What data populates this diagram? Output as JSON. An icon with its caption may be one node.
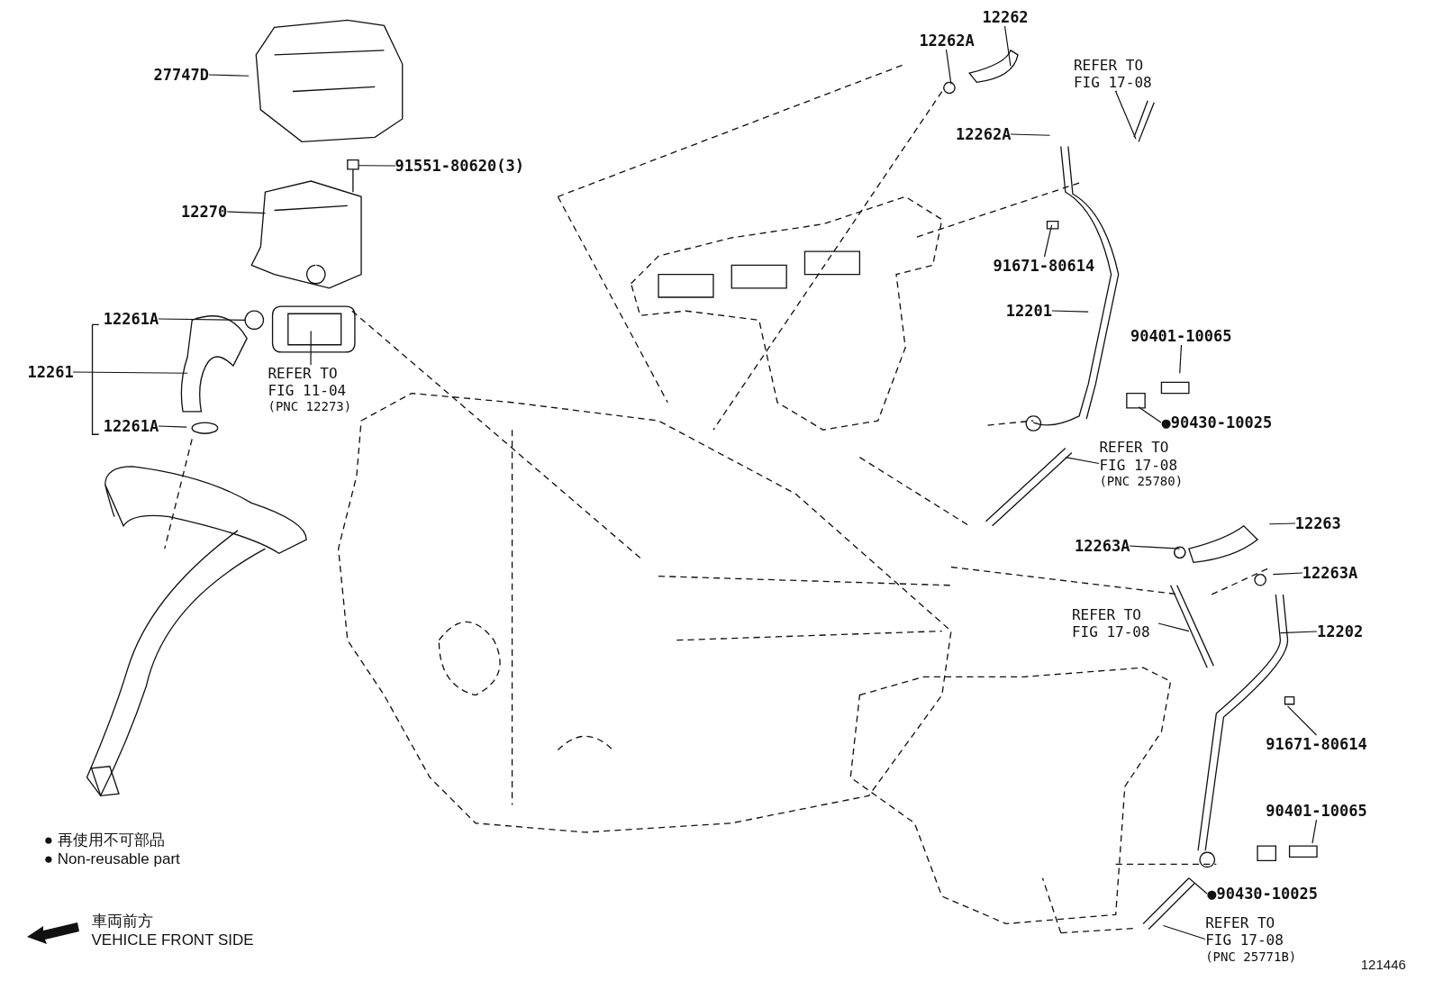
{
  "diagram": {
    "nodes": [
      {
        "text": [
          "27747D"
        ]
      },
      {
        "text": [
          "91551-80620(3)"
        ]
      },
      {
        "text": [
          "12270"
        ]
      },
      {
        "text": [
          "12261A"
        ]
      },
      {
        "text": [
          "12261"
        ]
      },
      {
        "text": [
          "12261A"
        ]
      },
      {
        "text": [
          "REFER TO FIG 11-04",
          "(PNC 12273)"
        ]
      },
      {
        "text": [
          "12262A"
        ]
      },
      {
        "text": [
          "12262"
        ]
      },
      {
        "text": [
          "REFER TO FIG 17-08"
        ]
      },
      {
        "text": [
          "12262A"
        ]
      },
      {
        "text": [
          "91671-80614"
        ]
      },
      {
        "text": [
          "12201"
        ]
      },
      {
        "text": [
          "90401-10065"
        ]
      },
      {
        "text": [
          "●90430-10025"
        ]
      },
      {
        "text": [
          "REFER TO FIG 17-08",
          "(PNC 25780)"
        ]
      },
      {
        "text": [
          "12263"
        ]
      },
      {
        "text": [
          "12263A"
        ]
      },
      {
        "text": [
          "12263A"
        ]
      },
      {
        "text": [
          "REFER TO FIG 17-08"
        ]
      },
      {
        "text": [
          "12202"
        ]
      },
      {
        "text": [
          "91671-80614"
        ]
      },
      {
        "text": [
          "90401-10065"
        ]
      },
      {
        "text": [
          "●90430-10025"
        ]
      },
      {
        "text": [
          "REFER TO FIG 17-08",
          "(PNC 25771B)"
        ]
      }
    ],
    "edges": [
      {
        "from": 0,
        "to": null,
        "arrow": "none"
      },
      {
        "from": 1,
        "to": null,
        "arrow": "none"
      },
      {
        "from": 2,
        "to": null,
        "arrow": "none"
      },
      {
        "from": 3,
        "to": null,
        "arrow": "none"
      },
      {
        "from": 4,
        "to": null,
        "arrow": "none"
      },
      {
        "from": 5,
        "to": null,
        "arrow": "none"
      },
      {
        "from": 6,
        "to": null,
        "arrow": "none"
      },
      {
        "from": 7,
        "to": null,
        "arrow": "none"
      },
      {
        "from": 8,
        "to": null,
        "arrow": "none"
      },
      {
        "from": 9,
        "to": null,
        "arrow": "none"
      },
      {
        "from": 10,
        "to": null,
        "arrow": "none"
      },
      {
        "from": 11,
        "to": null,
        "arrow": "none"
      },
      {
        "from": 12,
        "to": null,
        "arrow": "none"
      },
      {
        "from": 13,
        "to": null,
        "arrow": "none"
      },
      {
        "from": 14,
        "to": null,
        "arrow": "none"
      },
      {
        "from": 15,
        "to": null,
        "arrow": "none"
      },
      {
        "from": 16,
        "to": null,
        "arrow": "none"
      },
      {
        "from": 17,
        "to": null,
        "arrow": "none"
      },
      {
        "from": 18,
        "to": null,
        "arrow": "none"
      },
      {
        "from": 19,
        "to": null,
        "arrow": "none"
      },
      {
        "from": 20,
        "to": null,
        "arrow": "none"
      },
      {
        "from": 21,
        "to": null,
        "arrow": "none"
      },
      {
        "from": 22,
        "to": null,
        "arrow": "none"
      },
      {
        "from": 23,
        "to": null,
        "arrow": "none"
      },
      {
        "from": 24,
        "to": null,
        "arrow": "none"
      }
    ],
    "labels": [
      "● 再使用不可部品",
      "● Non-reusable part",
      "車両前方",
      "VEHICLE FRONT SIDE",
      "121446"
    ]
  }
}
